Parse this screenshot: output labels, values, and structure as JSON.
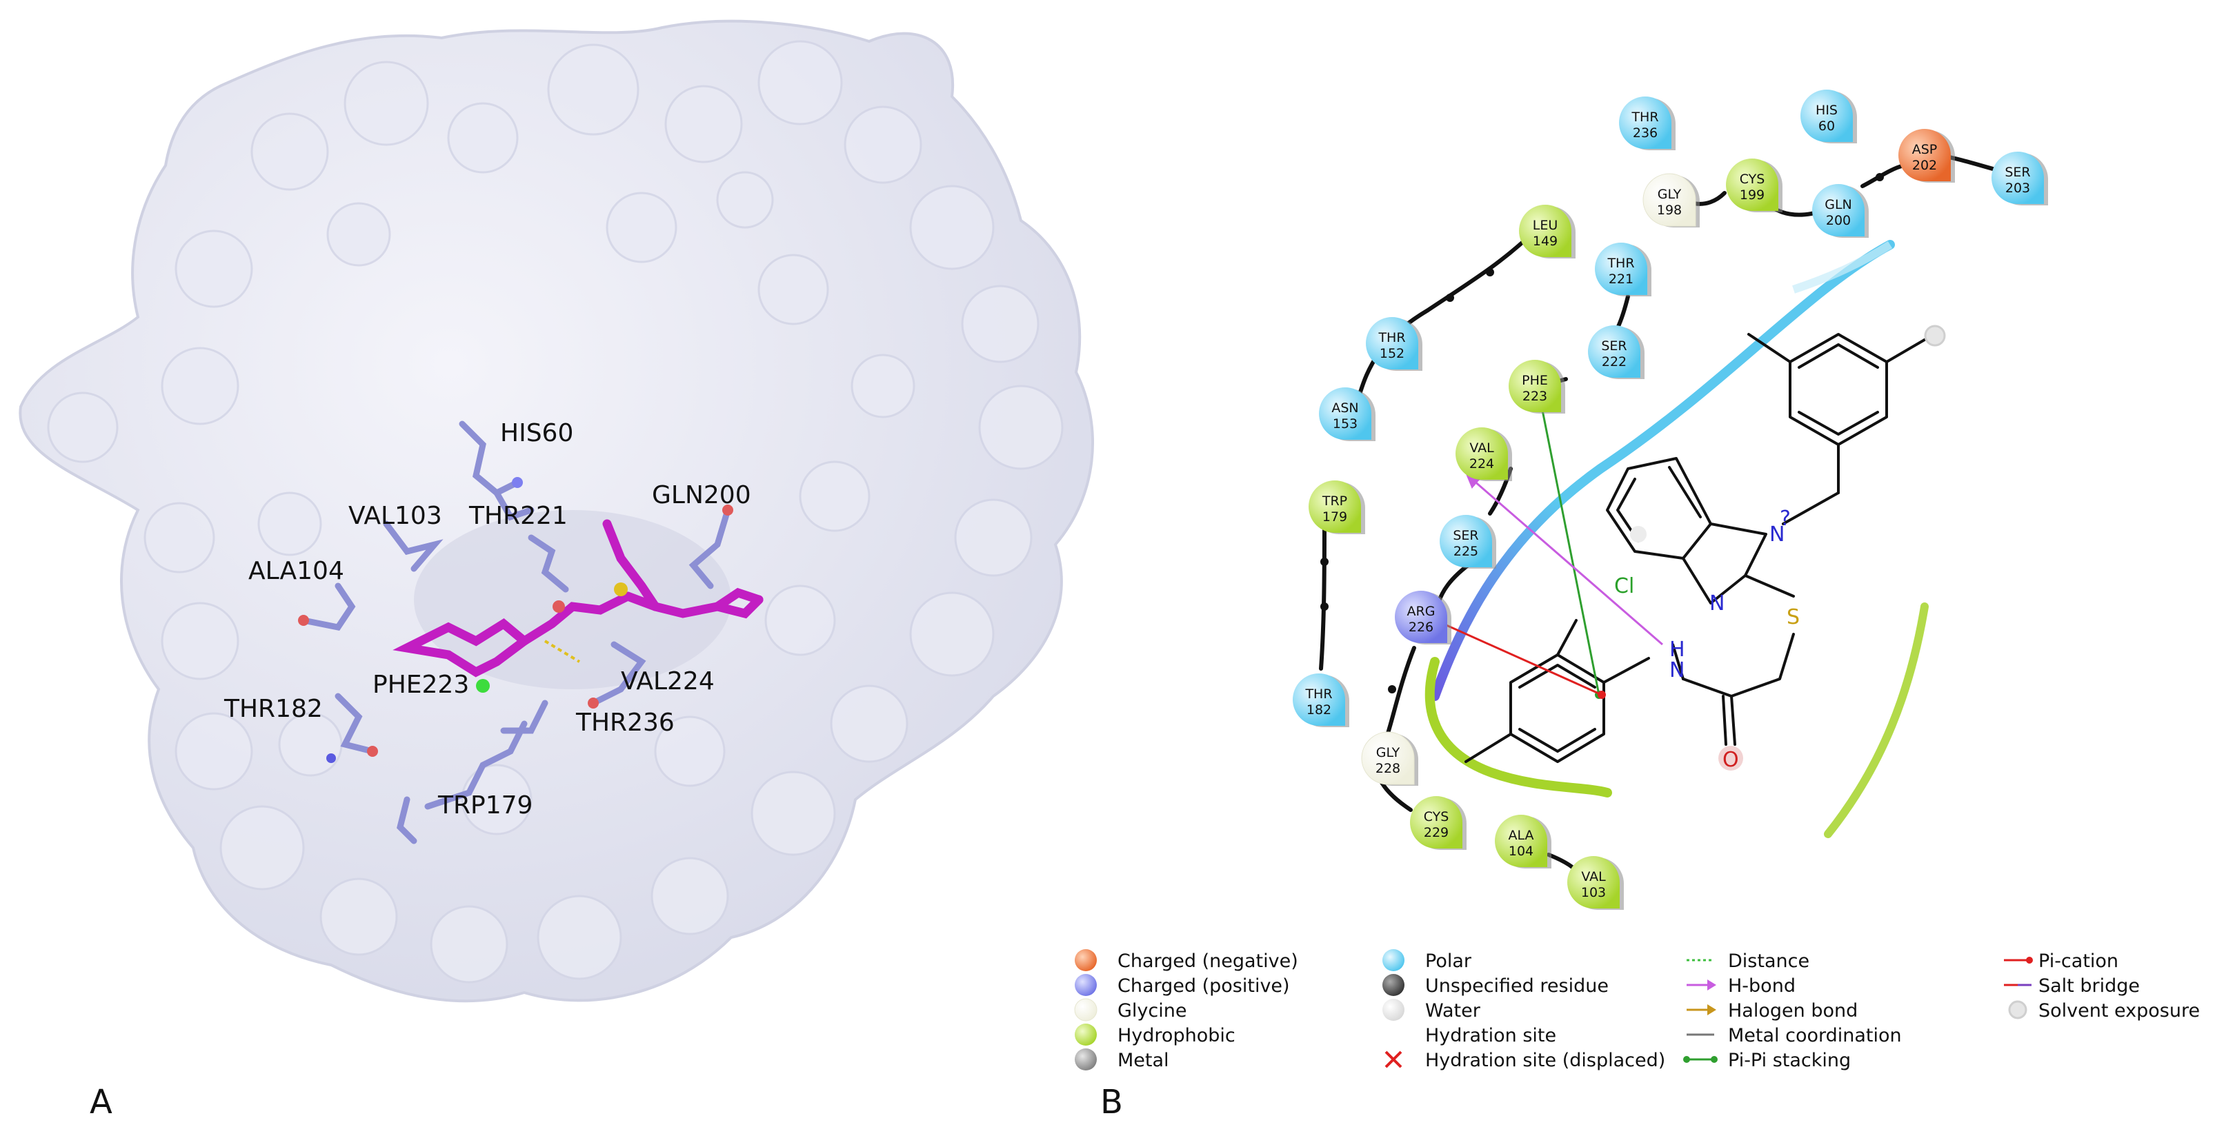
{
  "panels": {
    "a": "A",
    "b": "B"
  },
  "panel_a": {
    "labels": {
      "his60": "HIS60",
      "val103": "VAL103",
      "thr221": "THR221",
      "gln200": "GLN200",
      "ala104": "ALA104",
      "phe223": "PHE223",
      "val224": "VAL224",
      "thr182": "THR182",
      "thr236": "THR236",
      "trp179": "TRP179"
    }
  },
  "panel_b": {
    "residues": {
      "thr236": {
        "name": "THR",
        "num": "236",
        "type": "polar"
      },
      "his60": {
        "name": "HIS",
        "num": "60",
        "type": "polar"
      },
      "asp202": {
        "name": "ASP",
        "num": "202",
        "type": "negative"
      },
      "ser203": {
        "name": "SER",
        "num": "203",
        "type": "polar"
      },
      "gly198": {
        "name": "GLY",
        "num": "198",
        "type": "glycine"
      },
      "cys199": {
        "name": "CYS",
        "num": "199",
        "type": "hydrophobic"
      },
      "gln200": {
        "name": "GLN",
        "num": "200",
        "type": "polar"
      },
      "leu149": {
        "name": "LEU",
        "num": "149",
        "type": "hydrophobic"
      },
      "thr221": {
        "name": "THR",
        "num": "221",
        "type": "polar"
      },
      "ser222": {
        "name": "SER",
        "num": "222",
        "type": "polar"
      },
      "thr152": {
        "name": "THR",
        "num": "152",
        "type": "polar"
      },
      "asn153": {
        "name": "ASN",
        "num": "153",
        "type": "polar"
      },
      "phe223": {
        "name": "PHE",
        "num": "223",
        "type": "hydrophobic"
      },
      "val224": {
        "name": "VAL",
        "num": "224",
        "type": "hydrophobic"
      },
      "trp179": {
        "name": "TRP",
        "num": "179",
        "type": "hydrophobic"
      },
      "ser225": {
        "name": "SER",
        "num": "225",
        "type": "polar"
      },
      "arg226": {
        "name": "ARG",
        "num": "226",
        "type": "positive"
      },
      "thr182": {
        "name": "THR",
        "num": "182",
        "type": "polar"
      },
      "gly228": {
        "name": "GLY",
        "num": "228",
        "type": "glycine"
      },
      "cys229": {
        "name": "CYS",
        "num": "229",
        "type": "hydrophobic"
      },
      "ala104": {
        "name": "ALA",
        "num": "104",
        "type": "hydrophobic"
      },
      "val103": {
        "name": "VAL",
        "num": "103",
        "type": "hydrophobic"
      }
    },
    "atoms": {
      "n_plain": "N",
      "n_charged": "N",
      "charge": "?",
      "cl": "Cl",
      "s": "S",
      "h": "H",
      "nh": "N",
      "o": "O"
    },
    "colors": {
      "negative": "#ef7a3e",
      "positive": "#8a8ef0",
      "glycine": "#f7f7ea",
      "hydrophobic": "#b8e04a",
      "metal": "#9a9a9a",
      "polar": "#5fd0f2",
      "unspecified": "#555555",
      "water": "#e2e2e2",
      "distance": "#3fbf3f",
      "hbond": "#c85ce0",
      "halogen": "#c8961c",
      "metal_coord": "#777777",
      "pipi": "#2f9f2f",
      "pication": "#e02020",
      "saltbridge": "#7a3fbf",
      "pocket_polar": "#5bc8ef",
      "pocket_hydrophobic": "#a6d42a"
    }
  },
  "legend": {
    "col1": [
      "Charged (negative)",
      "Charged (positive)",
      "Glycine",
      "Hydrophobic",
      "Metal"
    ],
    "col2": [
      "Polar",
      "Unspecified residue",
      "Water",
      "Hydration site",
      "Hydration site (displaced)"
    ],
    "col3": [
      "Distance",
      "H-bond",
      "Halogen bond",
      "Metal coordination",
      "Pi-Pi stacking"
    ],
    "col4": [
      "Pi-cation",
      "Salt bridge",
      "Solvent exposure"
    ]
  }
}
